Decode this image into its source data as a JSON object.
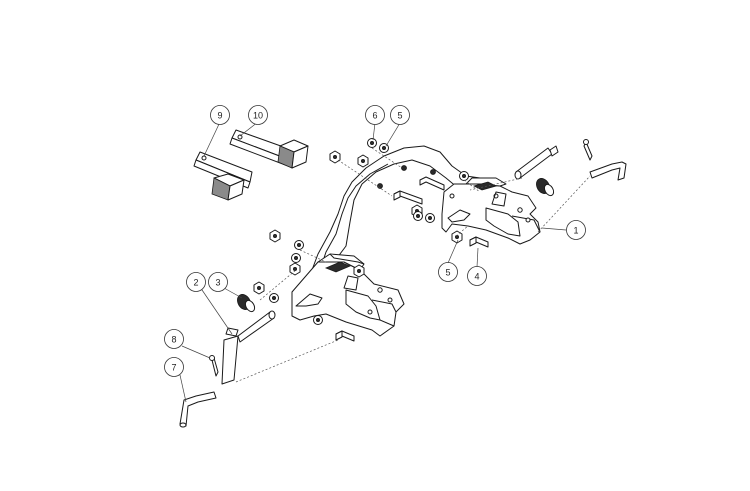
{
  "callouts": [
    {
      "id": "callout-9",
      "label": "9"
    },
    {
      "id": "callout-10",
      "label": "10"
    },
    {
      "id": "callout-6",
      "label": "6"
    },
    {
      "id": "callout-5-top",
      "label": "5"
    },
    {
      "id": "callout-1",
      "label": "1"
    },
    {
      "id": "callout-5-bottom",
      "label": "5"
    },
    {
      "id": "callout-4",
      "label": "4"
    },
    {
      "id": "callout-2",
      "label": "2"
    },
    {
      "id": "callout-3",
      "label": "3"
    },
    {
      "id": "callout-8",
      "label": "8"
    },
    {
      "id": "callout-7",
      "label": "7"
    }
  ]
}
